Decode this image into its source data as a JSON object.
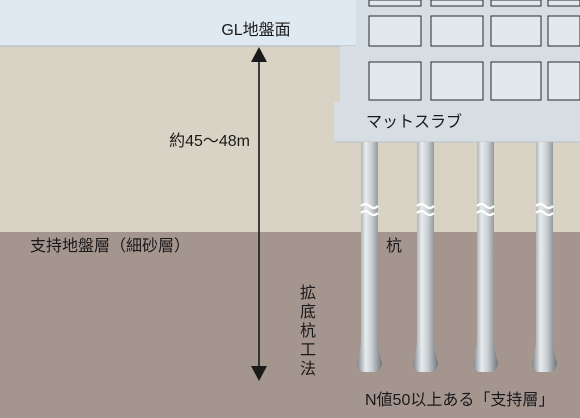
{
  "labels": {
    "ground_level": "GL地盤面",
    "depth": "約45〜48m",
    "mat_slab": "マットスラブ",
    "bearing_ground": "支持地盤層（細砂層）",
    "pile": "杭",
    "bearing_layer_note": "N値50以上ある「支持層」",
    "method_vertical": [
      "拡",
      "底",
      "杭",
      "工",
      "法"
    ]
  },
  "colors": {
    "sky": "#dfe9f2",
    "upper_soil": "#d9d3c6",
    "bearing_soil": "#a5958f",
    "building": "#d6dde3",
    "windows": "#e2e8ec",
    "pile": "#b8c0c6",
    "arrow": "#1a1a1a"
  }
}
